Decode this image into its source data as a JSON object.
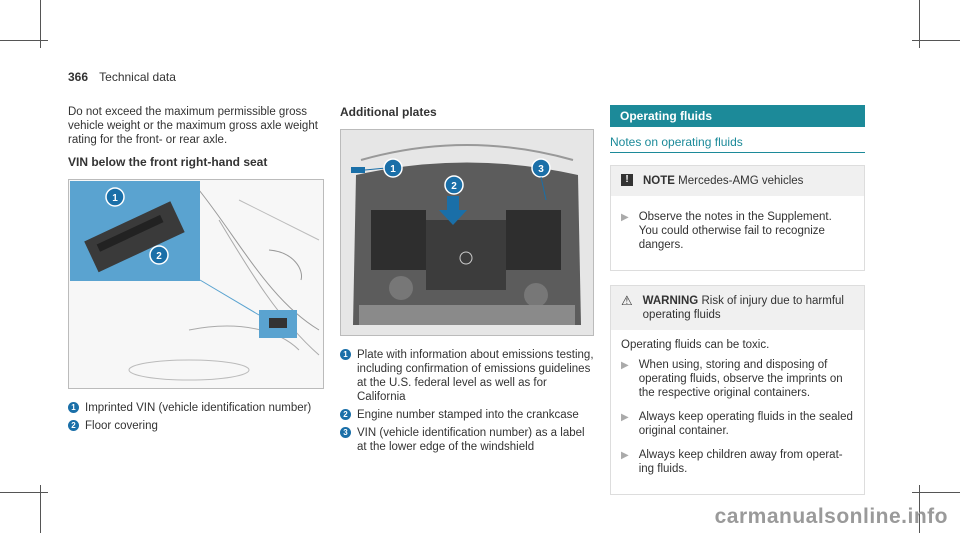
{
  "header": {
    "page_number": "366",
    "section": "Technical data"
  },
  "col1": {
    "intro": "Do not exceed the maximum permissible gross vehicle weight or the maximum gross axle weight rating for the front- or rear axle.",
    "heading": "VIN below the front right-hand seat",
    "captions": [
      {
        "badge": "1",
        "text": "Imprinted VIN (vehicle identification number)"
      },
      {
        "badge": "2",
        "text": "Floor covering"
      }
    ]
  },
  "col2": {
    "heading": "Additional plates",
    "captions": [
      {
        "badge": "1",
        "text": "Plate with information about emissions test­ing, including confirmation of emissions guidelines at the U.S. federal level as well as for California"
      },
      {
        "badge": "2",
        "text": "Engine number stamped into the crankcase"
      },
      {
        "badge": "3",
        "text": "VIN (vehicle identification number) as a label at the lower edge of the windshield"
      }
    ]
  },
  "col3": {
    "banner": "Operating fluids",
    "subheading": "Notes on operating fluids",
    "note": {
      "label": "NOTE",
      "title": "Mercedes-AMG vehicles",
      "bullets": [
        "Observe the notes in the Supplement. You could otherwise fail to recognize dangers."
      ]
    },
    "warning": {
      "label": "WARNING",
      "title": "Risk of injury due to harmful operating fluids",
      "intro": "Operating fluids can be toxic.",
      "bullets": [
        "When using, storing and disposing of operating fluids, observe the imprints on the respective original containers.",
        "Always keep operating fluids in the sealed original container.",
        "Always keep children away from operat­ing fluids."
      ]
    }
  },
  "watermark": "carmanualsonline.info",
  "colors": {
    "accent": "#1c8a99",
    "badge": "#1a6fa8"
  }
}
